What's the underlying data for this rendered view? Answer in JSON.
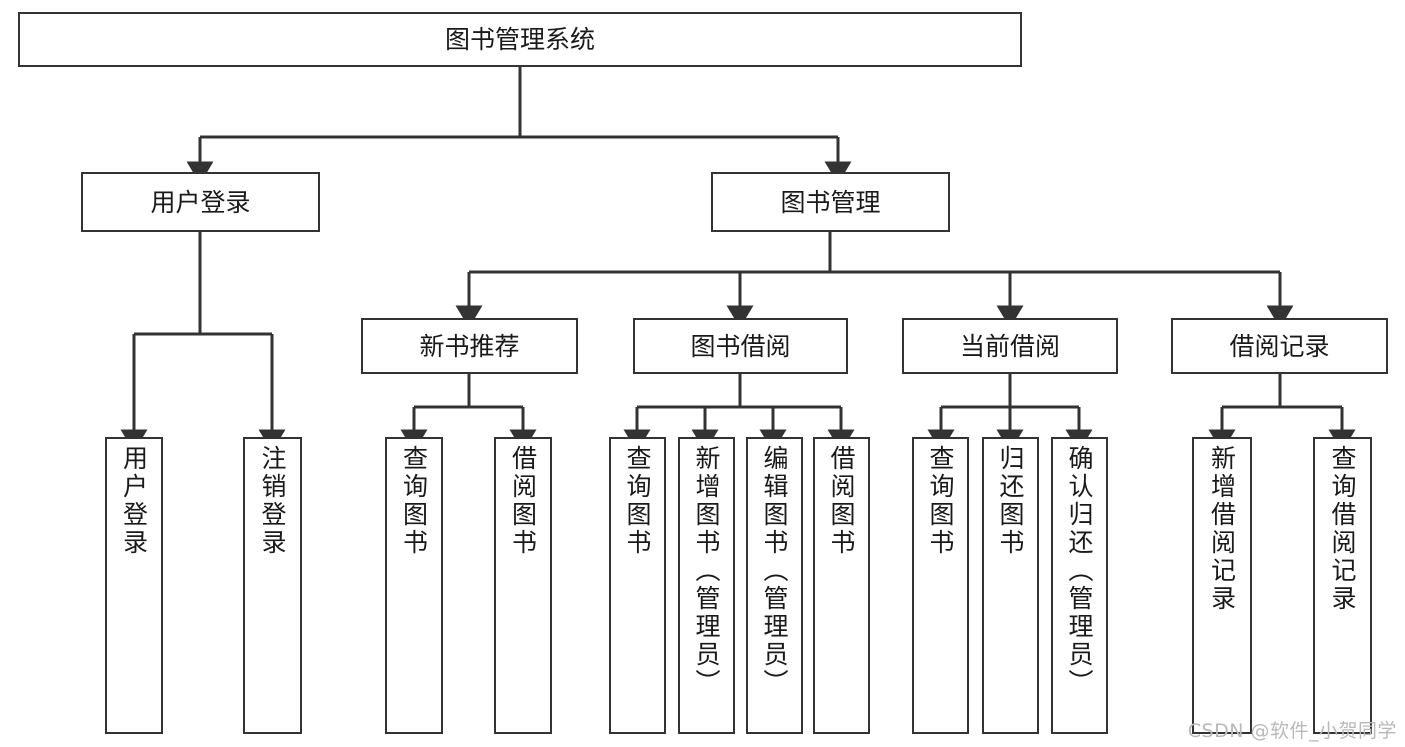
{
  "diagram": {
    "title": "图书管理系统",
    "type": "tree-hierarchy",
    "watermark": "CSDN @软件_小贺同学",
    "colors": {
      "box_border": "#333333",
      "box_fill": "#ffffff",
      "edge": "#333333",
      "text": "#1a1a1a",
      "watermark": "#b9b9b9",
      "background": "#ffffff"
    },
    "nodes": {
      "root": {
        "label": "图书管理系统"
      },
      "level2": [
        {
          "id": "user-login",
          "label": "用户登录"
        },
        {
          "id": "book-management",
          "label": "图书管理"
        }
      ],
      "level3": [
        {
          "id": "new-book-recommend",
          "label": "新书推荐"
        },
        {
          "id": "book-borrow",
          "label": "图书借阅"
        },
        {
          "id": "current-borrow",
          "label": "当前借阅"
        },
        {
          "id": "borrow-record",
          "label": "借阅记录"
        }
      ],
      "leaves": {
        "user_login": [
          {
            "id": "leaf-user-login",
            "label": "用户登录"
          },
          {
            "id": "leaf-user-logout",
            "label": "注销登录"
          }
        ],
        "new_book_recommend": [
          {
            "id": "leaf-query-book-1",
            "label": "查询图书"
          },
          {
            "id": "leaf-borrow-book-1",
            "label": "借阅图书"
          }
        ],
        "book_borrow": [
          {
            "id": "leaf-query-book-2",
            "label": "查询图书"
          },
          {
            "id": "leaf-add-book",
            "label": "新增图书（管理员）"
          },
          {
            "id": "leaf-edit-book",
            "label": "编辑图书（管理员）"
          },
          {
            "id": "leaf-borrow-book-2",
            "label": "借阅图书"
          }
        ],
        "current_borrow": [
          {
            "id": "leaf-query-book-3",
            "label": "查询图书"
          },
          {
            "id": "leaf-return-book",
            "label": "归还图书"
          },
          {
            "id": "leaf-confirm-return",
            "label": "确认归还（管理员）"
          }
        ],
        "borrow_record": [
          {
            "id": "leaf-add-record",
            "label": "新增借阅记录"
          },
          {
            "id": "leaf-query-record",
            "label": "查询借阅记录"
          }
        ]
      }
    }
  }
}
